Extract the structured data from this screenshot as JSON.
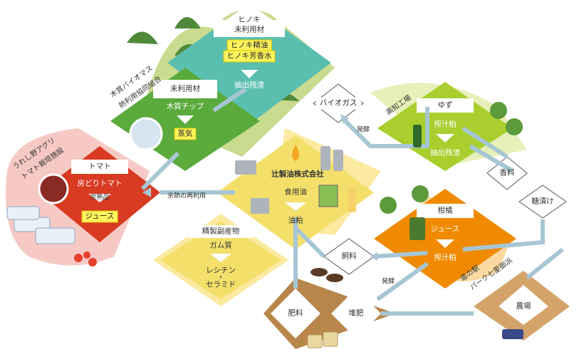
{
  "hinoki": {
    "title_1": "ヒノキ",
    "title_2": "未利用材",
    "product_1": "ヒノキ精油",
    "product_2": "ヒノキ芳香水",
    "residue": "抽出残渣"
  },
  "wood": {
    "org_1": "木質バイオマス",
    "org_2": "熱利用協同組合",
    "title": "未利用材",
    "chip": "木質チップ",
    "steam": "蒸気"
  },
  "tomato": {
    "org_1": "うれし野アグリ",
    "org_2": "トマト栽培施設",
    "title": "トマト",
    "variety": "房どりトマト",
    "ripe": "完熟品",
    "juice": "ジュース"
  },
  "company": {
    "name": "辻製油株式会社",
    "oil": "食用油",
    "cake": "油粕",
    "heat_reuse": "余熱の再利用"
  },
  "refined": {
    "title": "精製副産物",
    "gum": "ガム質",
    "lecithin": "レシチン",
    "dot": "・",
    "ceramide": "セラミド"
  },
  "biogas": {
    "label": "バイオガス",
    "ferment": "発酵"
  },
  "yuzu": {
    "org": "高知工場",
    "title": "ゆず",
    "press": "搾汁粕",
    "residue": "抽出残渣"
  },
  "citrus": {
    "title": "柑橘",
    "juice": "ジュース",
    "press": "搾汁粕",
    "org_1": "道の駅",
    "org_2": "パーク七里御浜"
  },
  "outputs": {
    "aroma": "香料",
    "candied": "糖漬け",
    "feed": "飼料",
    "fertilizer": "肥料",
    "compost": "堆肥",
    "farm": "農場",
    "ferment": "発酵"
  },
  "colors": {
    "teal": "#5bbfb0",
    "green": "#5aaa3c",
    "red": "#d83a22",
    "yellow": "#f3df6a",
    "lime": "#a8cf2e",
    "orange": "#f08a00",
    "brown": "#b8864a",
    "arrow": "#a7c6d4"
  }
}
